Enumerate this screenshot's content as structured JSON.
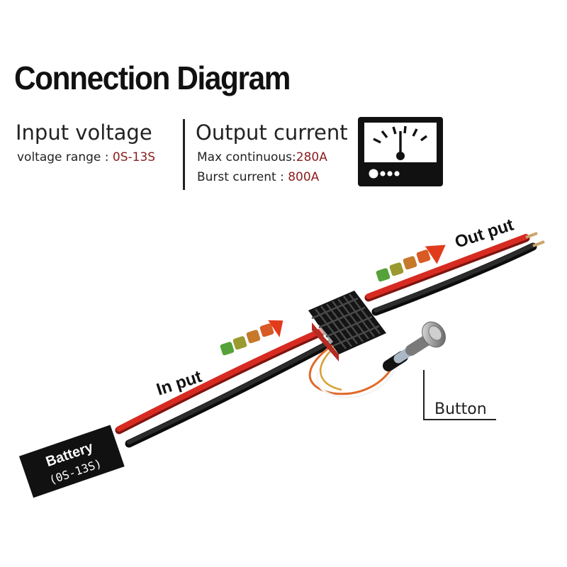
{
  "title": "Connection Diagram",
  "input": {
    "heading": "Input voltage",
    "range_label": "voltage range : ",
    "range_value": "0S-13S"
  },
  "output": {
    "heading": "Output current",
    "continuous_label": "Max continuous:",
    "continuous_value": "280A",
    "burst_label": "Burst current : ",
    "burst_value": "800A"
  },
  "labels": {
    "input": "In put",
    "output": "Out put",
    "button": "Button",
    "battery": "Battery",
    "battery_range": "(0S-13S)"
  },
  "icons": {
    "meter": "ammeter-icon"
  },
  "colors": {
    "red_wire": "#d72b22",
    "black_wire": "#1c1c1c",
    "arrow_tip": "#e23b1c",
    "heatsink": "#202020"
  }
}
